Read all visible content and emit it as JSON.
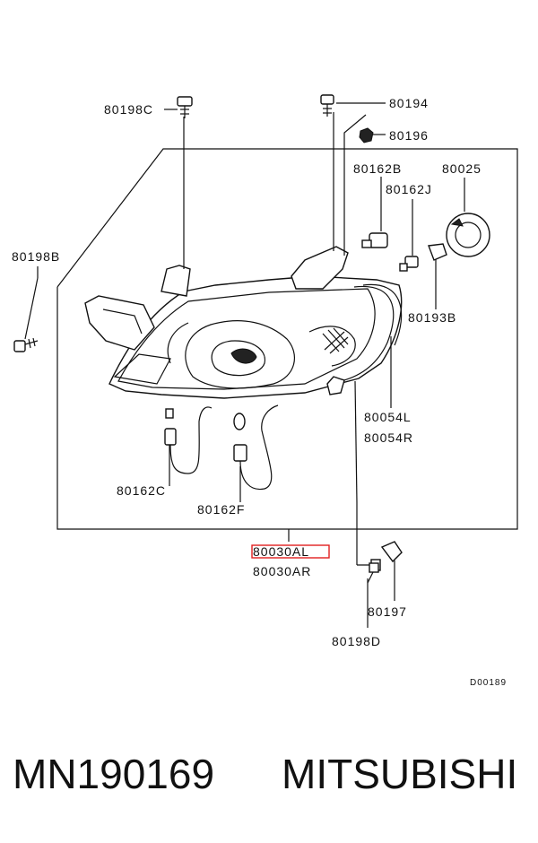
{
  "diagram": {
    "labels": {
      "p80198C": "80198C",
      "p80194": "80194",
      "p80196": "80196",
      "p80162B": "80162B",
      "p80025": "80025",
      "p80162J": "80162J",
      "p80198B": "80198B",
      "p80193B": "80193B",
      "p80054L": "80054L",
      "p80054R": "80054R",
      "p80162C": "80162C",
      "p80162F": "80162F",
      "p80030AL": "80030AL",
      "p80030AR": "80030AR",
      "p80197": "80197",
      "p80198D": "80198D",
      "ref": "D00189"
    },
    "highlight_color": "#e02020"
  },
  "caption": {
    "part_number": "MN190169",
    "brand": "MITSUBISHI"
  }
}
